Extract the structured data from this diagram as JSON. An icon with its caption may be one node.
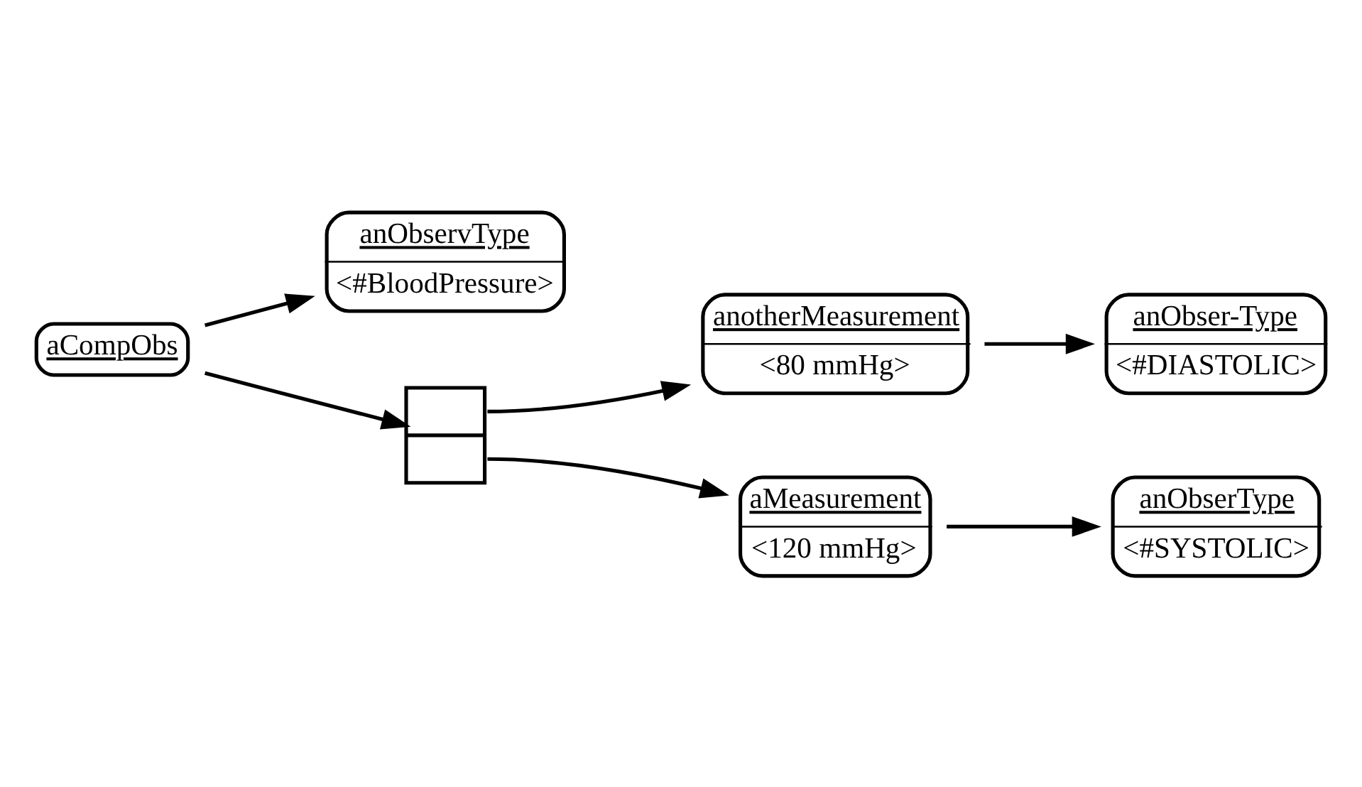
{
  "diagram": {
    "nodes": [
      {
        "text": [
          "aCompObs"
        ]
      },
      {
        "text": [
          "anObservType",
          "<#BloodPressure>"
        ]
      },
      {
        "text": [],
        "shape": "box"
      },
      {
        "text": [
          "aMeasurement",
          "<120 mmHg>"
        ]
      },
      {
        "text": [
          "anObserType",
          "<#SYSTOLIC>"
        ]
      },
      {
        "text": [
          "anotherMeasurement",
          "<80 mmHg>"
        ]
      },
      {
        "text": [
          "anObser-Type",
          "<#DIASTOLIC>"
        ]
      }
    ],
    "edges": [
      {
        "from": 0,
        "to": 1,
        "arrow": "to"
      },
      {
        "from": 0,
        "to": 2,
        "arrow": "to"
      },
      {
        "from": 2,
        "to": 3,
        "arrow": "to"
      },
      {
        "from": 3,
        "to": 4,
        "arrow": "to"
      },
      {
        "from": 2,
        "to": 5,
        "arrow": "to"
      },
      {
        "from": 5,
        "to": 6,
        "arrow": "to"
      }
    ]
  }
}
